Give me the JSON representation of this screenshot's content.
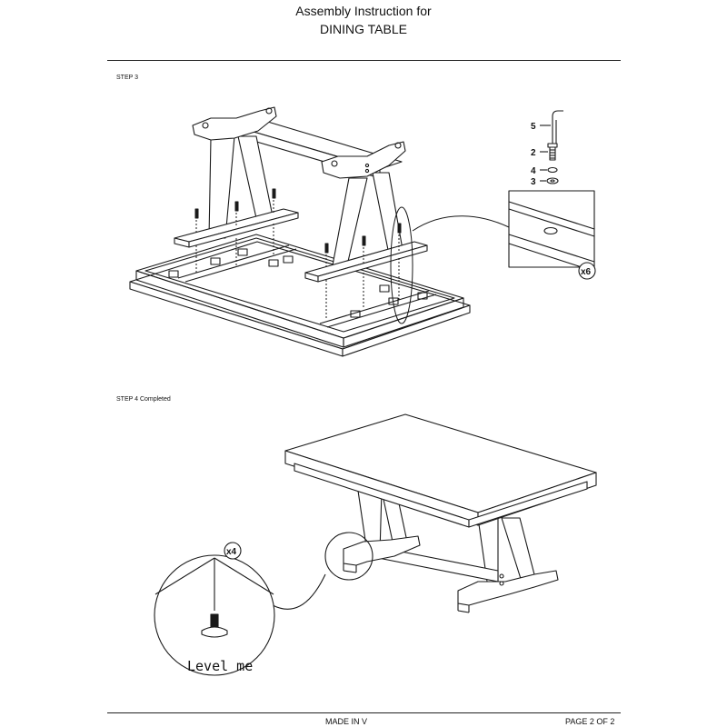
{
  "header": {
    "line1": "Assembly Instruction for",
    "line2": "DINING TABLE"
  },
  "steps": {
    "step3_label": "STEP 3",
    "step4_label": "STEP 4  Completed"
  },
  "parts": {
    "numbers": [
      "5",
      "2",
      "4",
      "3"
    ],
    "quantity_step3": "x6",
    "quantity_step4": "x4"
  },
  "callouts": {
    "level": "Level me"
  },
  "footer": {
    "made_in": "MADE IN V",
    "page": "PAGE 2 OF 2"
  }
}
